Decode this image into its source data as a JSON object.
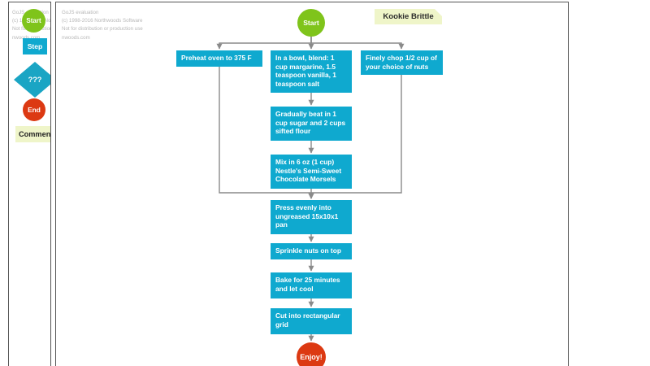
{
  "app": {
    "watermark_lines": [
      "GoJS evaluation",
      "(c) 1998-2016 Northwoods Software",
      "Not for distribution or production use",
      "nwoods.com"
    ]
  },
  "palette": {
    "items": [
      {
        "key": "start",
        "label": "Start",
        "shape": "circle",
        "color": "#7FC41B"
      },
      {
        "key": "step",
        "label": "Step",
        "shape": "rect",
        "color": "#0FA9CF"
      },
      {
        "key": "decision",
        "label": "???",
        "shape": "diamond",
        "color": "#1AA5C4"
      },
      {
        "key": "end",
        "label": "End",
        "shape": "circle",
        "color": "#DC3912"
      },
      {
        "key": "comment",
        "label": "Comment",
        "shape": "comment",
        "color": "#EFF5C9"
      }
    ]
  },
  "diagram": {
    "title": "Kookie Brittle",
    "nodes": [
      {
        "key": "start",
        "label": "Start",
        "type": "terminal-start"
      },
      {
        "key": "preheat",
        "label": "Preheat oven to 375 F",
        "type": "process"
      },
      {
        "key": "blend",
        "label": "In a bowl, blend: 1 cup margarine, 1.5 teaspoon vanilla, 1 teaspoon salt",
        "type": "process"
      },
      {
        "key": "chop",
        "label": "Finely chop 1/2 cup of your choice of nuts",
        "type": "process"
      },
      {
        "key": "beat",
        "label": "Gradually beat in 1 cup sugar and 2 cups sifted flour",
        "type": "process"
      },
      {
        "key": "mix",
        "label": "Mix in 6 oz (1 cup) Nestle's Semi-Sweet Chocolate Morsels",
        "type": "process"
      },
      {
        "key": "press",
        "label": "Press evenly into ungreased 15x10x1 pan",
        "type": "process"
      },
      {
        "key": "sprinkle",
        "label": "Sprinkle nuts on top",
        "type": "process"
      },
      {
        "key": "bake",
        "label": "Bake for 25 minutes and let cool",
        "type": "process"
      },
      {
        "key": "cut",
        "label": "Cut into rectangular grid",
        "type": "process"
      },
      {
        "key": "enjoy",
        "label": "Enjoy!",
        "type": "terminal-end"
      }
    ],
    "colors": {
      "process": "#0FA9CF",
      "start": "#7FC41B",
      "end": "#DC3912",
      "comment": "#EFF5C9",
      "link": "#8a8a8a"
    }
  }
}
